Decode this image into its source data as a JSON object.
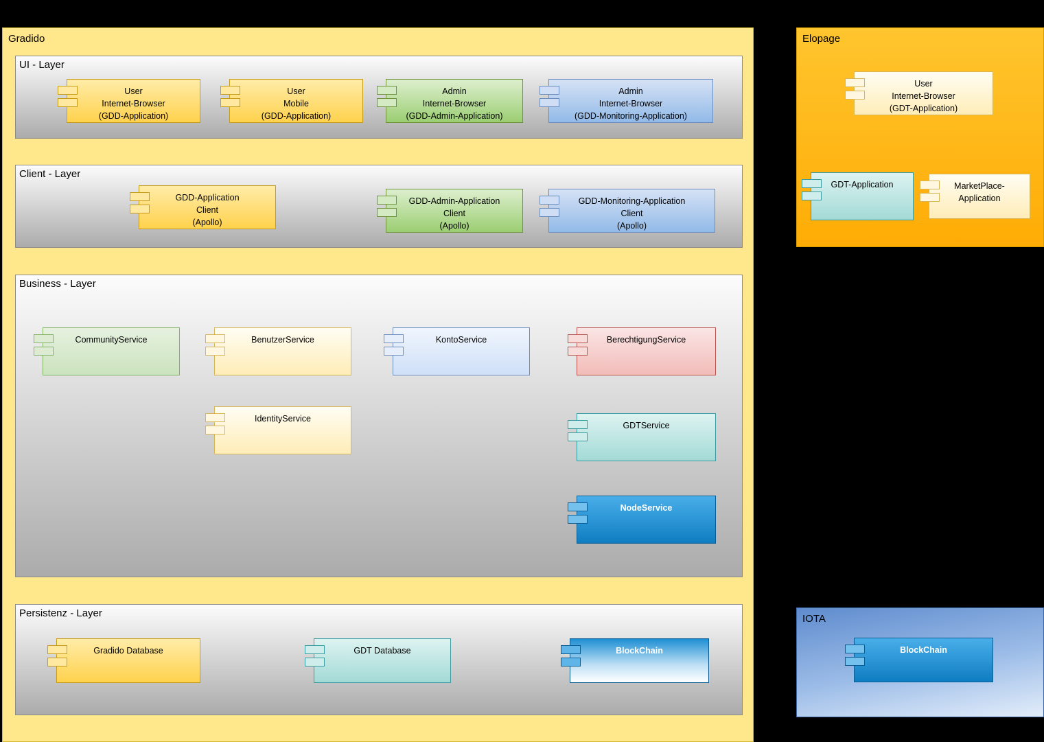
{
  "palette": {
    "background": "#000000",
    "gradido_fill": "#FFE78C",
    "elopage_fill": "#FFB517",
    "iota_fill": "#6F97D4",
    "layer_fill_top": "#FCFCFC",
    "layer_fill_bottom": "#ABABAB",
    "component_yellow": "#FFD24D",
    "component_light_yellow": "#FFF2CC",
    "component_green": "#9BCE72",
    "component_light_green": "#D5E8D4",
    "component_blue": "#92BAE8",
    "component_light_blue": "#DAE8FC",
    "component_pink": "#F8CECC",
    "component_teal": "#A9DCD9",
    "component_bright_blue": "#1287C3"
  },
  "gradido": {
    "title": "Gradido",
    "ui_layer": {
      "title": "UI - Layer",
      "components": [
        {
          "label": "User\nInternet-Browser\n(GDD-Application)"
        },
        {
          "label": "User\nMobile\n(GDD-Application)"
        },
        {
          "label": "Admin\nInternet-Browser\n(GDD-Admin-Application)"
        },
        {
          "label": "Admin\nInternet-Browser\n(GDD-Monitoring-Application)"
        }
      ]
    },
    "client_layer": {
      "title": "Client - Layer",
      "components": [
        {
          "label": "GDD-Application\nClient\n(Apollo)"
        },
        {
          "label": "GDD-Admin-Application\nClient\n(Apollo)"
        },
        {
          "label": "GDD-Monitoring-Application\nClient\n(Apollo)"
        }
      ]
    },
    "business_layer": {
      "title": "Business - Layer",
      "components": [
        {
          "label": "CommunityService"
        },
        {
          "label": "BenutzerService"
        },
        {
          "label": "KontoService"
        },
        {
          "label": "BerechtigungService"
        },
        {
          "label": "IdentityService"
        },
        {
          "label": "GDTService"
        },
        {
          "label": "NodeService"
        }
      ]
    },
    "persistenz_layer": {
      "title": "Persistenz - Layer",
      "components": [
        {
          "label": "Gradido Database"
        },
        {
          "label": "GDT Database"
        },
        {
          "label": "BlockChain"
        }
      ]
    }
  },
  "elopage": {
    "title": "Elopage",
    "components": [
      {
        "label": "User\nInternet-Browser\n(GDT-Application)"
      },
      {
        "label": "GDT-Application"
      },
      {
        "label": "MarketPlace-\nApplication"
      }
    ]
  },
  "iota": {
    "title": "IOTA",
    "components": [
      {
        "label": "BlockChain"
      }
    ]
  }
}
